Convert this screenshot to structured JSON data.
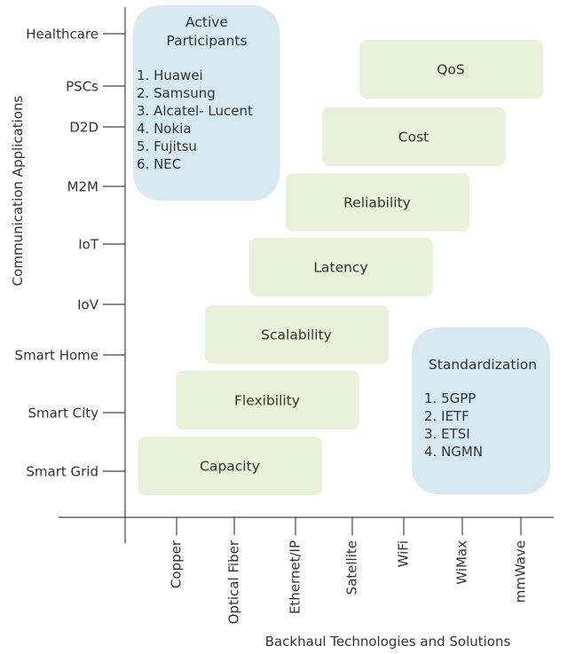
{
  "diagram": {
    "y_axis_title": "Communication Applications",
    "x_axis_title": "Backhaul Technologies and Solutions",
    "y_categories": [
      "Healthcare",
      "PSCs",
      "D2D",
      "M2M",
      "IoT",
      "IoV",
      "Smart Home",
      "Smart City",
      "Smart Grid"
    ],
    "x_categories": [
      "Copper",
      "Optical Fiber",
      "Ethernet/IP",
      "Satellite",
      "WiFi",
      "WiMax",
      "mmWave"
    ],
    "requirements": [
      "QoS",
      "Cost",
      "Reliability",
      "Latency",
      "Scalability",
      "Flexibility",
      "Capacity"
    ],
    "participants_box": {
      "title_lines": [
        "Active",
        "Participants"
      ],
      "items": [
        "1. Huawei",
        "2. Samsung",
        "3. Alcatel- Lucent",
        "4. Nokia",
        "5. Fujitsu",
        "6. NEC"
      ]
    },
    "standardization_box": {
      "title": "Standardization",
      "items": [
        "1. 5GPP",
        "2. IETF",
        "3. ETSI",
        "4. NGMN"
      ]
    },
    "colors": {
      "requirement_box": "#ebf0db",
      "info_box": "#d6e9f0",
      "axis": "#444444",
      "text": "#333333"
    }
  }
}
